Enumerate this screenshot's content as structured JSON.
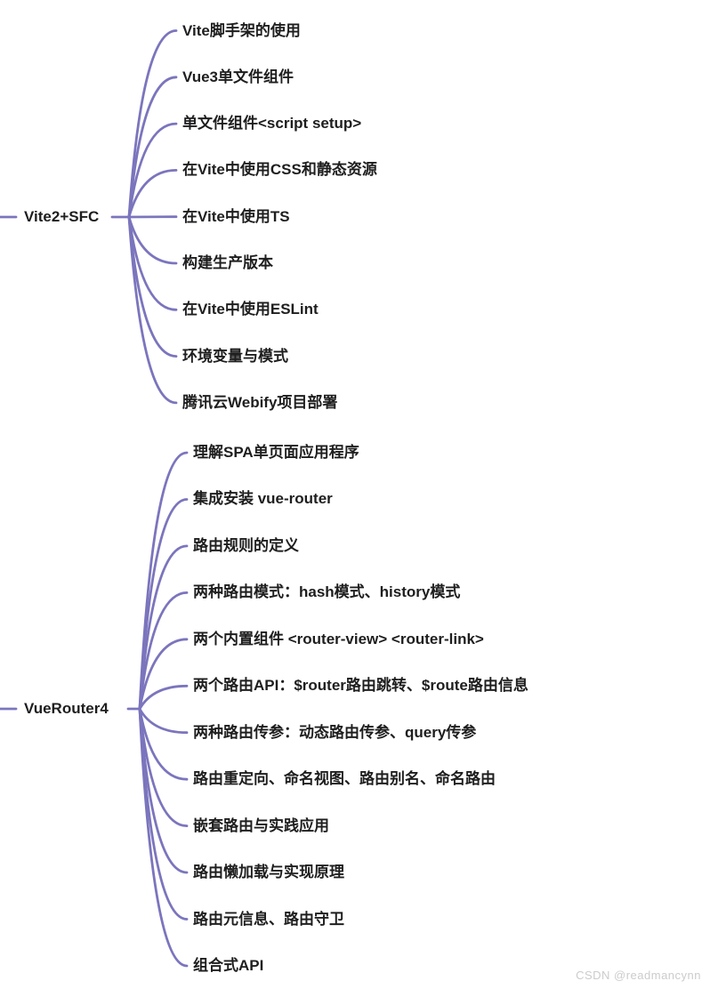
{
  "canvas": {
    "background_color": "#ffffff",
    "line_color": "#7b75bd",
    "text_color": "#1e1e1e",
    "watermark_color": "#cccccc"
  },
  "watermark": {
    "text": "CSDN @readmancynn"
  },
  "trees": [
    {
      "root": "Vite2+SFC",
      "children": [
        "Vite脚手架的使用",
        "Vue3单文件组件",
        "单文件组件<script setup>",
        "在Vite中使用CSS和静态资源",
        "在Vite中使用TS",
        "构建生产版本",
        "在Vite中使用ESLint",
        "环境变量与模式",
        "腾讯云Webify项目部署"
      ]
    },
    {
      "root": "VueRouter4",
      "children": [
        "理解SPA单页面应用程序",
        "集成安装 vue-router",
        "路由规则的定义",
        "两种路由模式：hash模式、history模式",
        "两个内置组件 <router-view> <router-link>",
        "两个路由API：$router路由跳转、$route路由信息",
        "两种路由传参：动态路由传参、query传参",
        "路由重定向、命名视图、路由别名、命名路由",
        "嵌套路由与实践应用",
        "路由懒加载与实现原理",
        "路由元信息、路由守卫",
        "组合式API"
      ]
    }
  ]
}
